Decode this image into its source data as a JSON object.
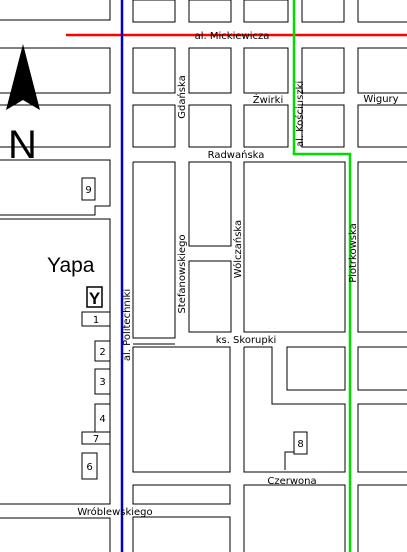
{
  "map": {
    "north_label": "N",
    "place_name": "Yapa",
    "place_marker": "Y",
    "route_colors": {
      "red": "#ff0000",
      "blue": "#0000c8",
      "green": "#00dc00"
    },
    "streets": {
      "mickiewicza": "al. Mickiewicza",
      "gdanska": "Gdańska",
      "zwirki": "Żwirki",
      "wigury": "Wigury",
      "kosciuszki": "al. Kościuszki",
      "radwanska": "Radwańska",
      "stefanowskiego": "Stefanowskiego",
      "wolczanska": "Wólczańska",
      "piotrkowska": "Piotrkowska",
      "politechniki": "al. Politechniki",
      "skorupki": "ks. Skorupki",
      "czerwona": "Czerwona",
      "wroblewskiego": "Wróblewskiego"
    },
    "buildings": [
      "1",
      "2",
      "3",
      "4",
      "6",
      "7",
      "8",
      "9"
    ]
  }
}
